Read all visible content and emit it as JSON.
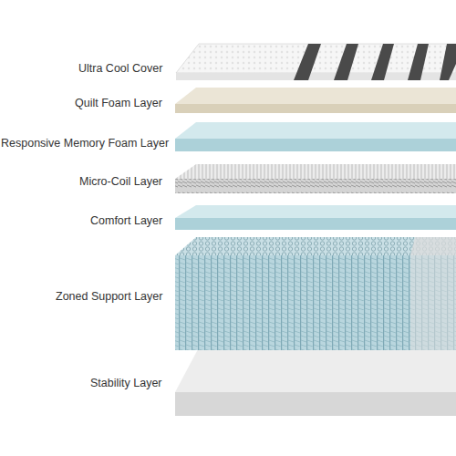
{
  "diagram": {
    "labels": [
      "Ultra Cool Cover",
      "Quilt Foam Layer",
      "Responsive Memory Foam Layer",
      "Micro-Coil Layer",
      "Comfort Layer",
      "Zoned Support Layer",
      "Stability Layer"
    ]
  }
}
